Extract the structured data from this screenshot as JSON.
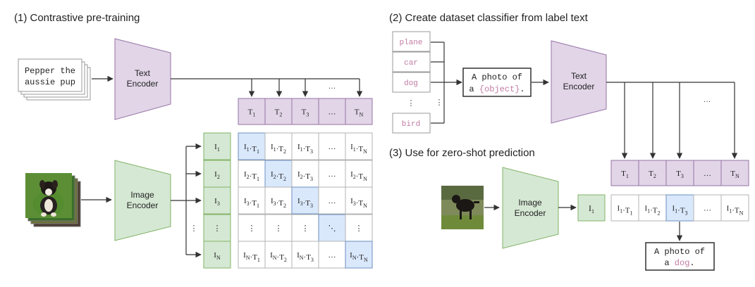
{
  "colors": {
    "purple_fill": "#e1d5e7",
    "purple_stroke": "#9673a6",
    "green_fill": "#d5e8d4",
    "green_stroke": "#82b366",
    "blue_fill": "#dae8fc",
    "blue_stroke": "#6c8ebf",
    "grid_stroke": "#b3b3b3",
    "label_pink": "#c07ba4",
    "text": "#222222"
  },
  "section1": {
    "title": "(1) Contrastive pre-training",
    "caption_line1": "Pepper the",
    "caption_line2": "aussie pup",
    "text_encoder_line1": "Text",
    "text_encoder_line2": "Encoder",
    "image_encoder_line1": "Image",
    "image_encoder_line2": "Encoder",
    "t_tokens": [
      "T1",
      "T2",
      "T3",
      "…",
      "TN"
    ],
    "i_tokens": [
      "I1",
      "I2",
      "I3",
      "⋮",
      "IN"
    ],
    "ellipsis_top": "…",
    "ellipsis_left": "⋮",
    "matrix": [
      [
        "I1·T1",
        "I1·T2",
        "I1·T3",
        "…",
        "I1·TN"
      ],
      [
        "I2·T1",
        "I2·T2",
        "I2·T3",
        "…",
        "I2·TN"
      ],
      [
        "I3·T1",
        "I3·T2",
        "I3·T3",
        "…",
        "I3·TN"
      ],
      [
        "⋮",
        "⋮",
        "⋮",
        "⋱",
        "⋮"
      ],
      [
        "IN·T1",
        "IN·T2",
        "IN·T3",
        "…",
        "IN·TN"
      ]
    ]
  },
  "section2": {
    "title": "(2) Create dataset classifier from label text",
    "labels": [
      "plane",
      "car",
      "dog",
      "⋮",
      "bird"
    ],
    "ellipsis_side": "⋮",
    "template_line1": "A photo of",
    "template_line2_prefix": "a ",
    "template_object": "{object}",
    "template_suffix": ".",
    "text_encoder_line1": "Text",
    "text_encoder_line2": "Encoder",
    "ellipsis_top": "…",
    "t_tokens": [
      "T1",
      "T2",
      "T3",
      "…",
      "TN"
    ]
  },
  "section3": {
    "title": "(3) Use for zero-shot prediction",
    "image_encoder_line1": "Image",
    "image_encoder_line2": "Encoder",
    "i_token": "I1",
    "products": [
      "I1·T1",
      "I1·T2",
      "I1·T3",
      "…",
      "I1·TN"
    ],
    "result_line1": "A photo of",
    "result_line2_prefix": "a ",
    "result_word": "dog",
    "result_suffix": "."
  }
}
